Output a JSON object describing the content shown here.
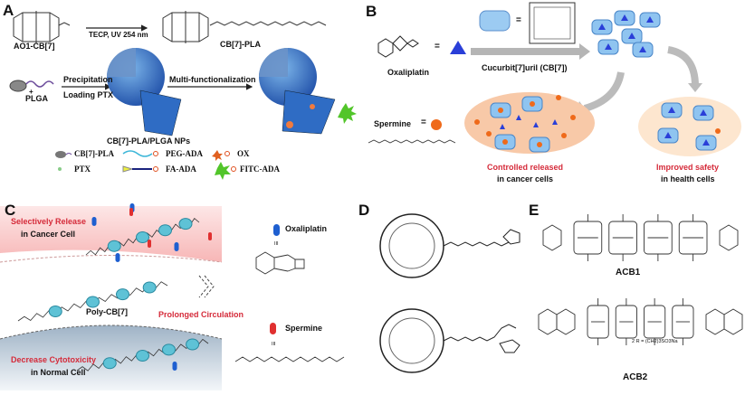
{
  "panel_labels": {
    "a": "A",
    "b": "B",
    "c": "C",
    "d": "D",
    "e": "E"
  },
  "panel_a": {
    "start_label": "AO1-CB[7]",
    "reagent": "TECP, UV 254 nm",
    "product_label": "CB[7]-PLA",
    "plga_label": "PLGA",
    "plus": "+",
    "step1_top": "Precipitation",
    "step1_bottom": "Loading PTX",
    "step2": "Multi-functionalization",
    "np_label": "CB[7]-PLA/PLGA NPs",
    "legend": [
      "CB[7]-PLA",
      "PEG-ADA",
      "OX",
      "PTX",
      "FA-ADA",
      "FITC-ADA"
    ]
  },
  "panel_b": {
    "drug_label": "Oxaliplatin",
    "equals": "=",
    "host_label": "Cucurbit[7]uril (CB[7])",
    "spermine_label": "Spermine",
    "cancer_title": "Controlled released",
    "cancer_sub": "in cancer cells",
    "health_title": "Improved safety",
    "health_sub": "in health cells",
    "colors": {
      "drug": "#2a3fd8",
      "host": "#8fc4f0",
      "spermine": "#ef6a1a",
      "cancer_bg": "#f8c9a8",
      "health_bg": "#fde6cf"
    }
  },
  "panel_c": {
    "cancer_title": "Selectively Release",
    "cancer_sub": "in Cancer Cell",
    "polymer_label": "Poly-CB[7]",
    "circulation": "Prolonged Circulation",
    "normal_title": "Decrease Cytotoxicity",
    "normal_sub": "in Normal Cell",
    "oxaliplatin_label": "Oxaliplatin",
    "spermine_label": "Spermine",
    "equiv": "III"
  },
  "panel_e": {
    "acb1_label": "ACB1",
    "acb2_label": "ACB2",
    "r_group": "2  R = (CH2)3SO3Na"
  }
}
